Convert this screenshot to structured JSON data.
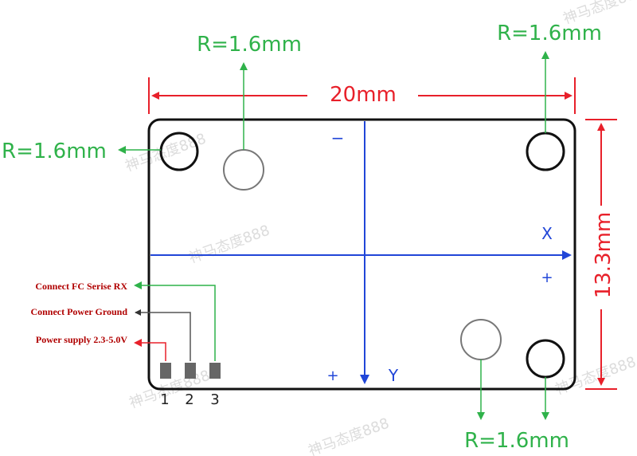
{
  "dimensions": {
    "width_label": "20mm",
    "height_label": "13.3mm"
  },
  "holes": {
    "top_left_label": "R=1.6mm",
    "top_center_label": "R=1.6mm",
    "top_right_label": "R=1.6mm",
    "bottom_center_label": "R=1.6mm",
    "bottom_right_label": "R=1.6mm"
  },
  "axes": {
    "x_label": "X",
    "y_label": "Y",
    "minus_sign": "−",
    "plus_x": "+",
    "plus_y": "+"
  },
  "pins": {
    "pin1_number": "1",
    "pin2_number": "2",
    "pin3_number": "3",
    "pin1_label": "Power supply 2.3-5.0V",
    "pin2_label": "Connect Power Ground",
    "pin3_label": "Connect FC Serise RX"
  },
  "watermark": "神马态度888",
  "colors": {
    "dimension": "#e8202a",
    "hole_callout": "#2fb24a",
    "axis": "#2146d8",
    "pin_rx": "#2fb24a",
    "pin_ground": "#333333",
    "pin_power": "#e8202a",
    "pin_label_text": "#b00000"
  }
}
